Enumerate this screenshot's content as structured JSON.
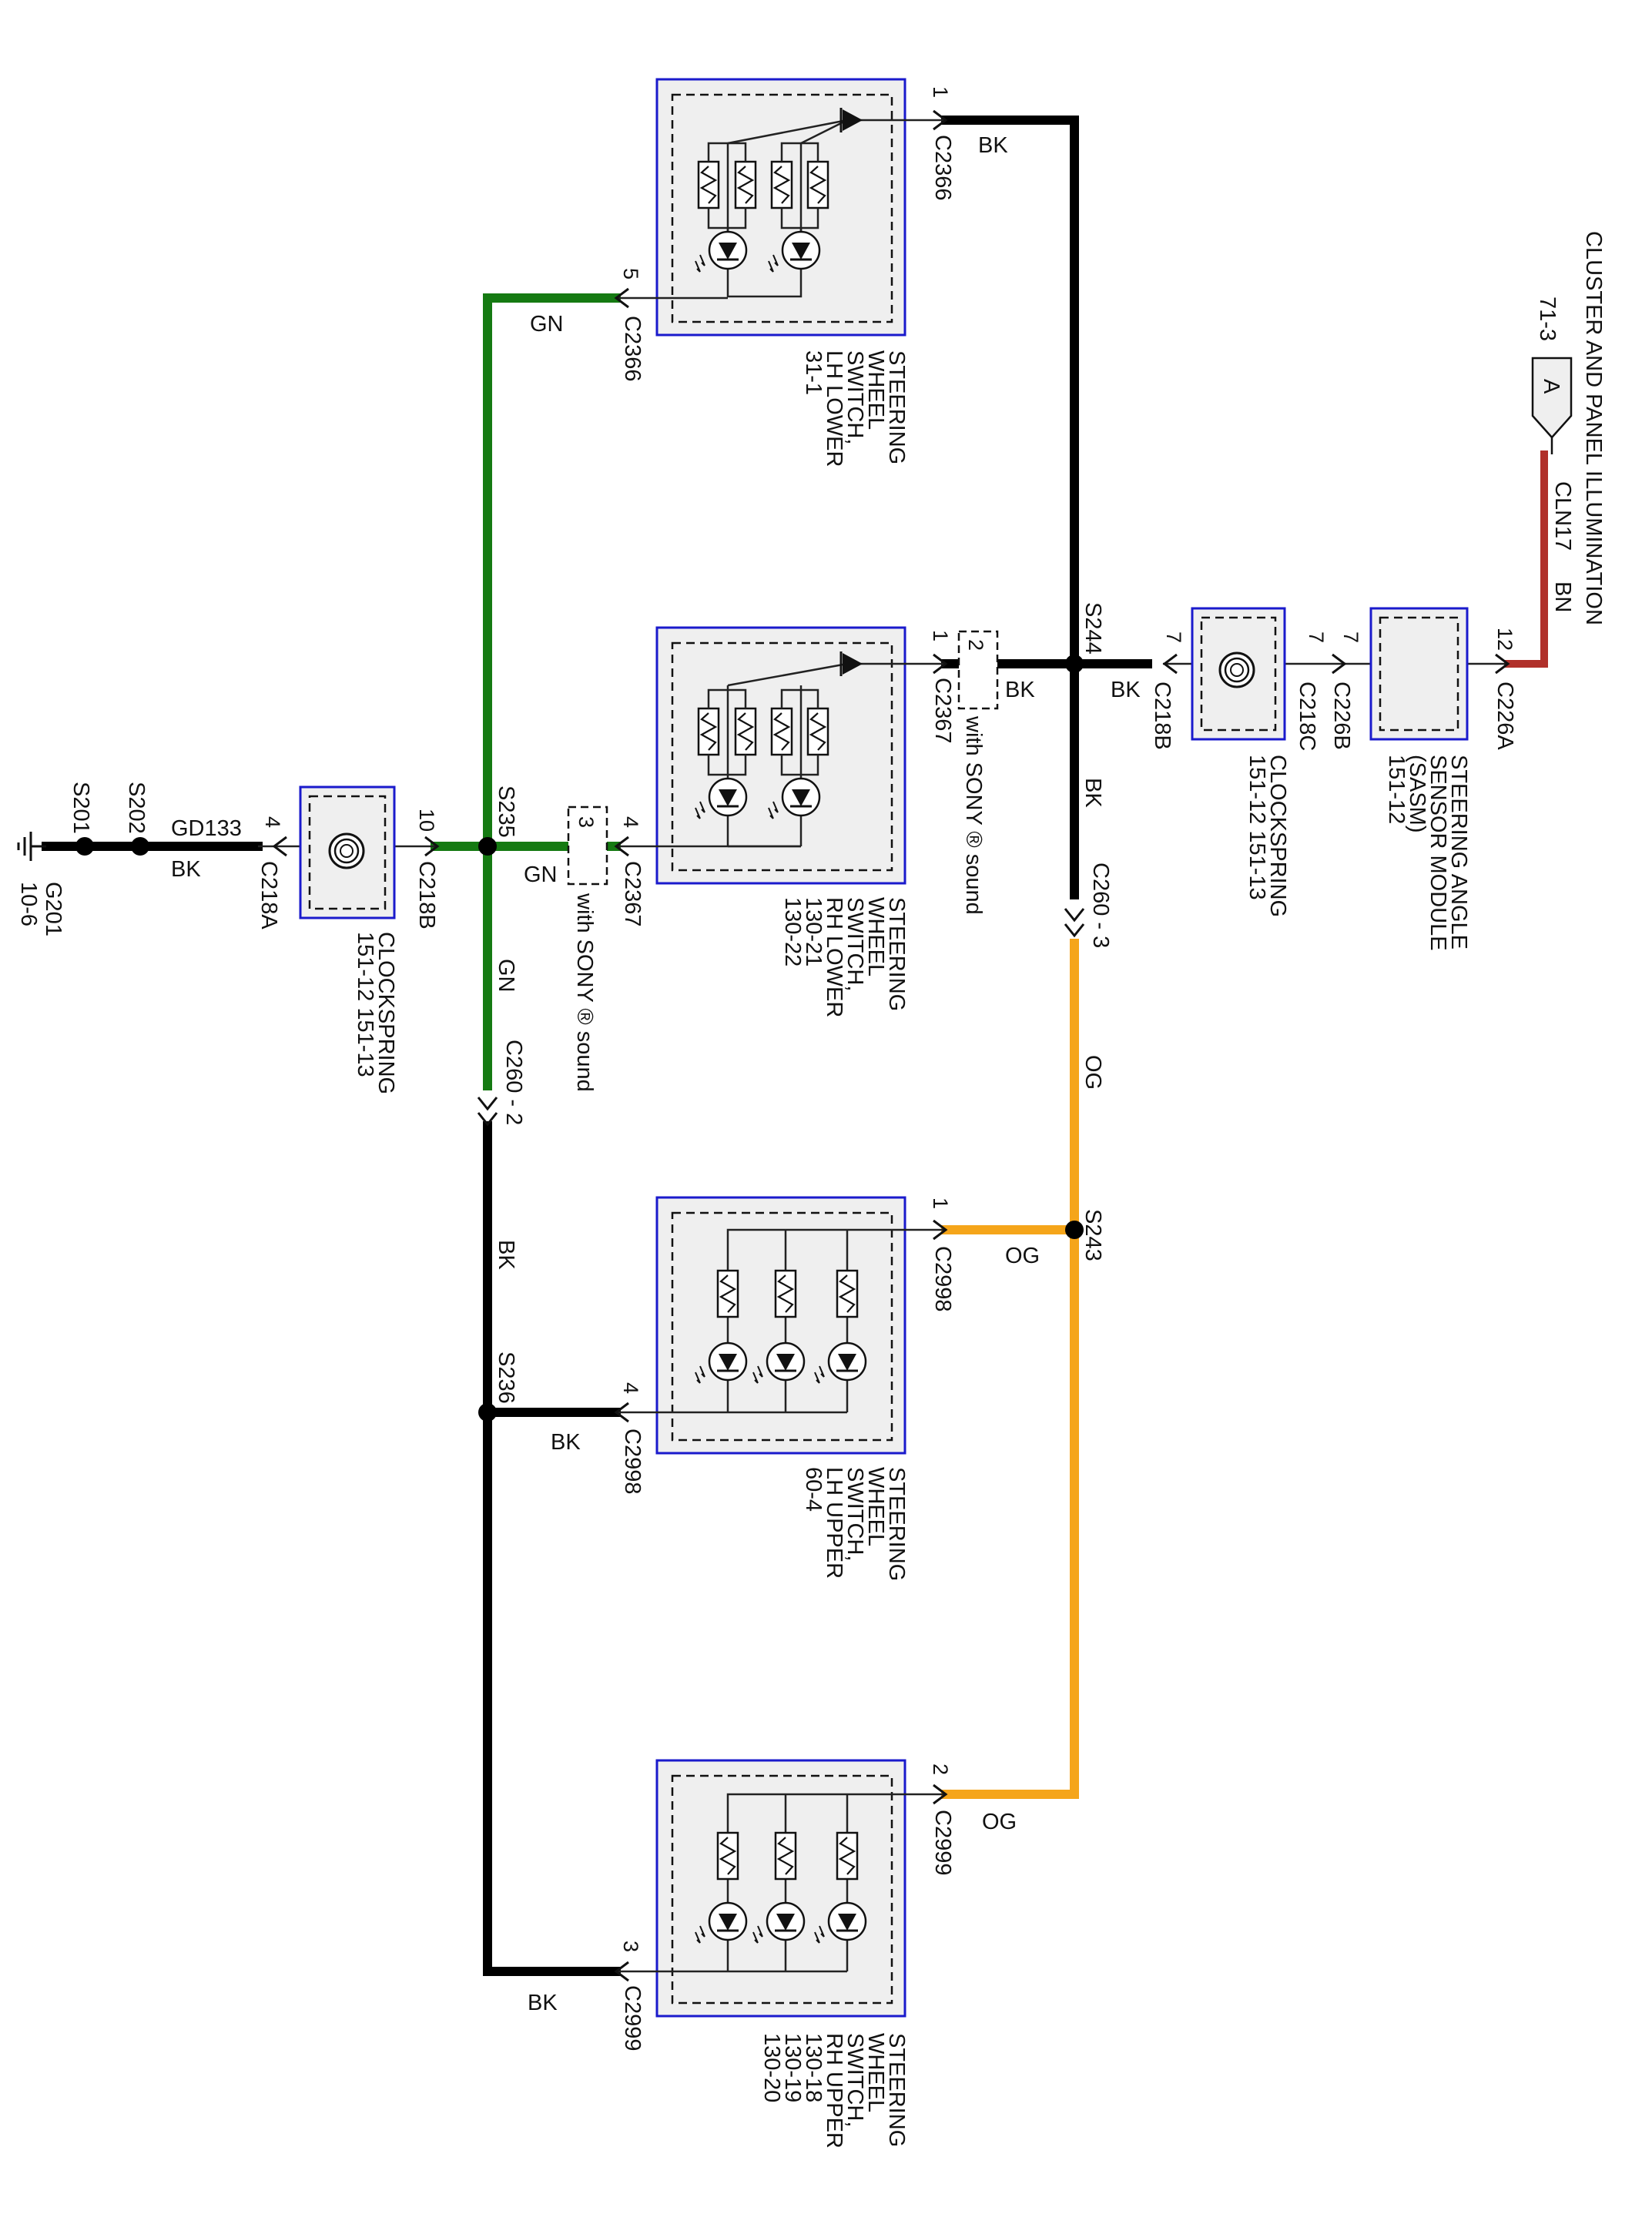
{
  "colors": {
    "BK": "#000000",
    "GN": "#157a12",
    "OG": "#f5a51a",
    "BN": "#b0302a",
    "frame": "#1a1acc"
  },
  "icons": [
    "ground-icon",
    "clockspring-icon",
    "resistor-icon",
    "led-icon",
    "diode-icon",
    "connector-arrow-icon"
  ],
  "wire_labels": {
    "bk": "BK",
    "gn": "GN",
    "og": "OG",
    "bn": "BN",
    "gd133": "GD133",
    "cln17": "CLN17"
  },
  "splices": {
    "s244": "S244",
    "s243": "S243",
    "s235": "S235",
    "s236": "S236",
    "s201": "S201",
    "s202": "S202"
  },
  "connectors": {
    "c2366": "C2366",
    "c2367": "C2367",
    "c2998": "C2998",
    "c2999": "C2999",
    "c218a": "C218A",
    "c218b": "C218B",
    "c218c": "C218C",
    "c226a": "C226A",
    "c226b": "C226B",
    "c260_3": "C260 - 3",
    "c260_2": "C260 - 2"
  },
  "pins": {
    "p1": "1",
    "p2": "2",
    "p3": "3",
    "p4": "4",
    "p5": "5",
    "p7": "7",
    "p10": "10",
    "p12": "12"
  },
  "ground": {
    "id": "G201",
    "ref": "10-6"
  },
  "offpage": {
    "letter": "A",
    "ref": "71-3",
    "title": "CLUSTER AND PANEL ILLUMINATION"
  },
  "option_note": "with SONY ® sound",
  "components": {
    "lh_lower": [
      "STEERING",
      "WHEEL",
      "SWITCH,",
      "LH LOWER",
      "31-1"
    ],
    "rh_lower": [
      "STEERING",
      "WHEEL",
      "SWITCH,",
      "RH LOWER",
      "130-21",
      "130-22"
    ],
    "lh_upper": [
      "STEERING",
      "WHEEL",
      "SWITCH,",
      "LH UPPER",
      "60-4"
    ],
    "rh_upper": [
      "STEERING",
      "WHEEL",
      "SWITCH,",
      "RH UPPER",
      "130-18",
      "130-19",
      "130-20"
    ],
    "clockspring_right": [
      "CLOCKSPRING",
      "151-12   151-13"
    ],
    "clockspring_left": [
      "CLOCKSPRING",
      "151-12   151-13"
    ],
    "sasm": [
      "STEERING ANGLE",
      "SENSOR MODULE",
      "(SASM)",
      "151-12"
    ]
  }
}
